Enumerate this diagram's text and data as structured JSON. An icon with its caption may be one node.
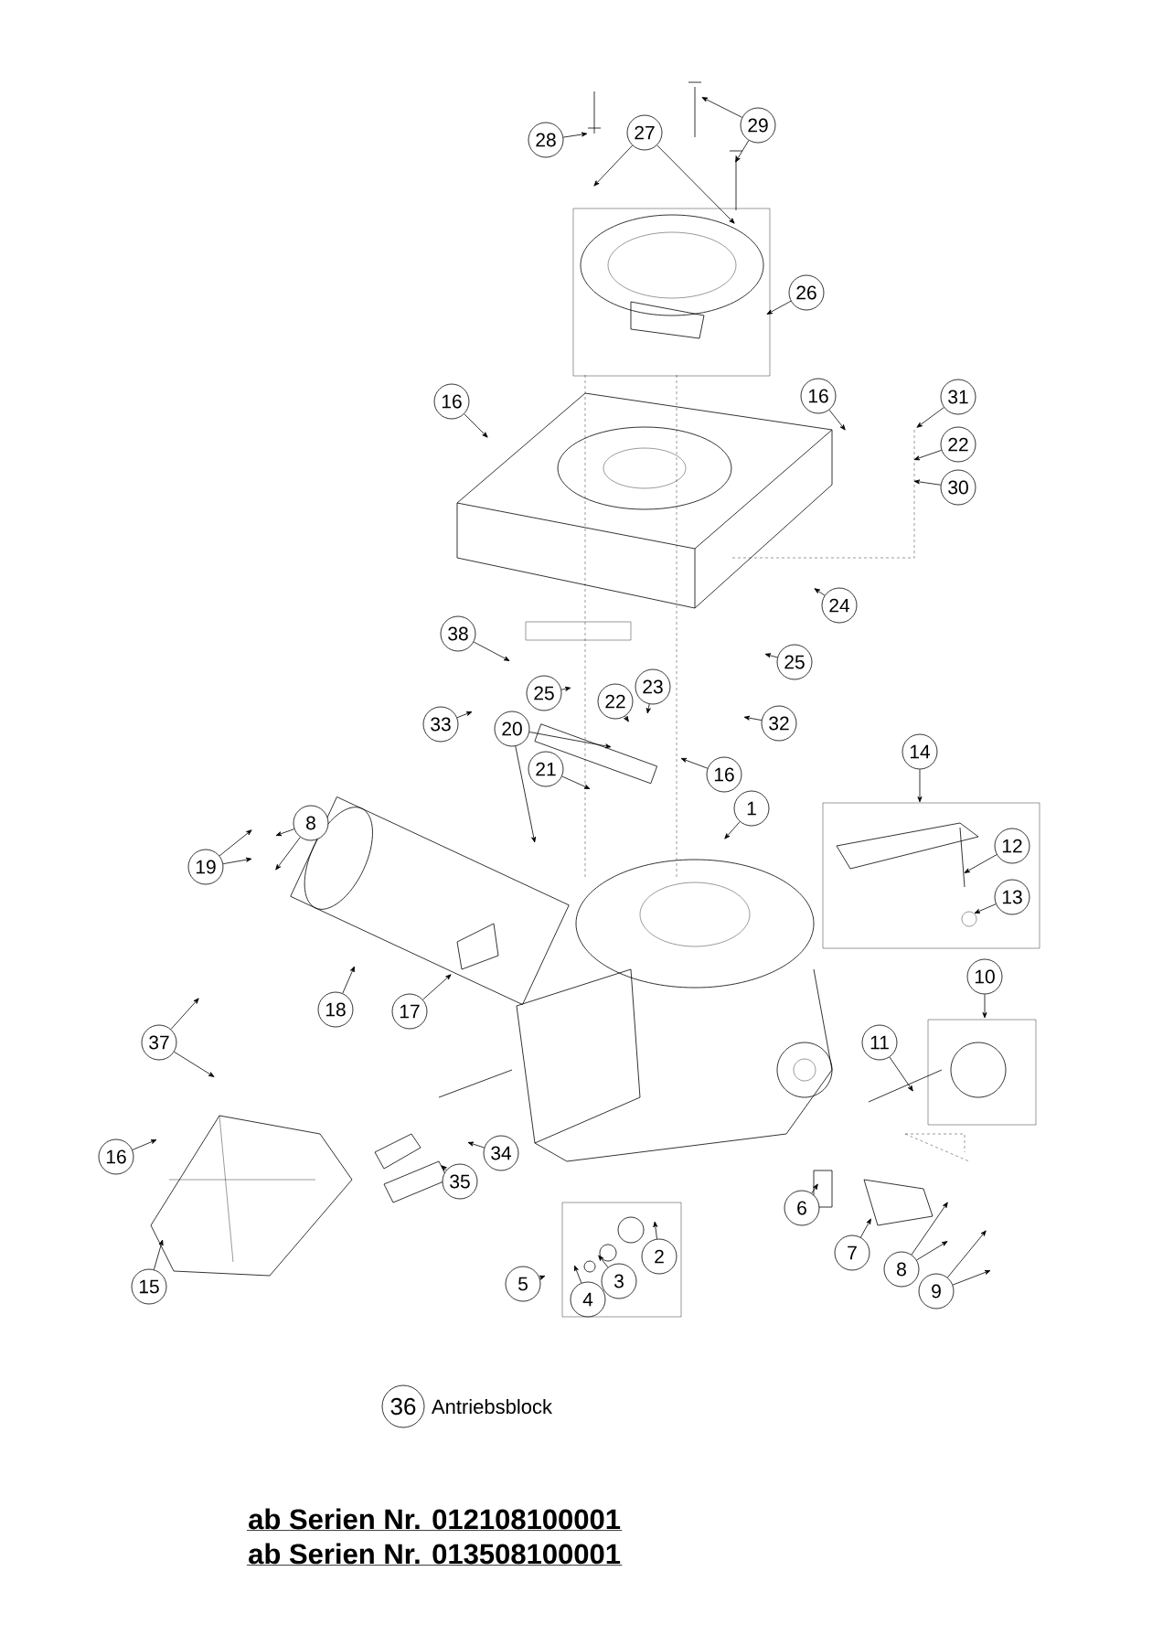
{
  "diagram": {
    "nodes": [
      {
        "text": [
          "28"
        ]
      },
      {
        "text": [
          "27"
        ]
      },
      {
        "text": [
          "29"
        ]
      },
      {
        "text": [
          "26"
        ]
      },
      {
        "text": [
          "16"
        ]
      },
      {
        "text": [
          "16"
        ]
      },
      {
        "text": [
          "31"
        ]
      },
      {
        "text": [
          "22"
        ]
      },
      {
        "text": [
          "30"
        ]
      },
      {
        "text": [
          "24"
        ]
      },
      {
        "text": [
          "38"
        ]
      },
      {
        "text": [
          "25"
        ]
      },
      {
        "text": [
          "25"
        ]
      },
      {
        "text": [
          "22"
        ]
      },
      {
        "text": [
          "23"
        ]
      },
      {
        "text": [
          "33"
        ]
      },
      {
        "text": [
          "32"
        ]
      },
      {
        "text": [
          "20"
        ]
      },
      {
        "text": [
          "21"
        ]
      },
      {
        "text": [
          "16"
        ]
      },
      {
        "text": [
          "14"
        ]
      },
      {
        "text": [
          "1"
        ]
      },
      {
        "text": [
          "8"
        ]
      },
      {
        "text": [
          "19"
        ]
      },
      {
        "text": [
          "12"
        ]
      },
      {
        "text": [
          "13"
        ]
      },
      {
        "text": [
          "10"
        ]
      },
      {
        "text": [
          "18"
        ]
      },
      {
        "text": [
          "17"
        ]
      },
      {
        "text": [
          "37"
        ]
      },
      {
        "text": [
          "11"
        ]
      },
      {
        "text": [
          "34"
        ]
      },
      {
        "text": [
          "16"
        ]
      },
      {
        "text": [
          "35"
        ]
      },
      {
        "text": [
          "6"
        ]
      },
      {
        "text": [
          "7"
        ]
      },
      {
        "text": [
          "2"
        ]
      },
      {
        "text": [
          "8"
        ]
      },
      {
        "text": [
          "3"
        ]
      },
      {
        "text": [
          "5"
        ]
      },
      {
        "text": [
          "9"
        ]
      },
      {
        "text": [
          "4"
        ]
      },
      {
        "text": [
          "15"
        ]
      },
      {
        "text": [
          "36"
        ],
        "beside": [
          "Antriebsblock"
        ]
      }
    ],
    "edges": [
      {
        "from": 0,
        "to": null,
        "arrow": "to"
      },
      {
        "from": 1,
        "to": null,
        "arrow": "to"
      },
      {
        "from": 1,
        "to": null,
        "arrow": "to"
      },
      {
        "from": 2,
        "to": null,
        "arrow": "to"
      },
      {
        "from": 2,
        "to": null,
        "arrow": "to"
      },
      {
        "from": 3,
        "to": null,
        "arrow": "to"
      },
      {
        "from": 4,
        "to": null,
        "arrow": "to"
      },
      {
        "from": 5,
        "to": null,
        "arrow": "to"
      },
      {
        "from": 6,
        "to": null,
        "arrow": "to"
      },
      {
        "from": 7,
        "to": null,
        "arrow": "to"
      },
      {
        "from": 8,
        "to": null,
        "arrow": "to"
      },
      {
        "from": 9,
        "to": null,
        "arrow": "to"
      },
      {
        "from": 10,
        "to": null,
        "arrow": "to"
      },
      {
        "from": 11,
        "to": null,
        "arrow": "to"
      },
      {
        "from": 12,
        "to": null,
        "arrow": "to"
      },
      {
        "from": 13,
        "to": null,
        "arrow": "to"
      },
      {
        "from": 14,
        "to": null,
        "arrow": "to"
      },
      {
        "from": 15,
        "to": null,
        "arrow": "to"
      },
      {
        "from": 16,
        "to": null,
        "arrow": "to"
      },
      {
        "from": 17,
        "to": null,
        "arrow": "to"
      },
      {
        "from": 17,
        "to": null,
        "arrow": "to"
      },
      {
        "from": 18,
        "to": null,
        "arrow": "to"
      },
      {
        "from": 19,
        "to": null,
        "arrow": "to"
      },
      {
        "from": 20,
        "to": null,
        "arrow": "to"
      },
      {
        "from": 21,
        "to": null,
        "arrow": "to"
      },
      {
        "from": 22,
        "to": null,
        "arrow": "to"
      },
      {
        "from": 22,
        "to": null,
        "arrow": "to"
      },
      {
        "from": 23,
        "to": null,
        "arrow": "to"
      },
      {
        "from": 23,
        "to": null,
        "arrow": "to"
      },
      {
        "from": 24,
        "to": null,
        "arrow": "to"
      },
      {
        "from": 25,
        "to": null,
        "arrow": "to"
      },
      {
        "from": 26,
        "to": null,
        "arrow": "to"
      },
      {
        "from": 27,
        "to": null,
        "arrow": "to"
      },
      {
        "from": 28,
        "to": null,
        "arrow": "to"
      },
      {
        "from": 29,
        "to": null,
        "arrow": "to"
      },
      {
        "from": 29,
        "to": null,
        "arrow": "to"
      },
      {
        "from": 30,
        "to": null,
        "arrow": "to"
      },
      {
        "from": 31,
        "to": null,
        "arrow": "to"
      },
      {
        "from": 32,
        "to": null,
        "arrow": "to"
      },
      {
        "from": 33,
        "to": null,
        "arrow": "to"
      },
      {
        "from": 34,
        "to": null,
        "arrow": "to"
      },
      {
        "from": 35,
        "to": null,
        "arrow": "to"
      },
      {
        "from": 36,
        "to": null,
        "arrow": "to"
      },
      {
        "from": 37,
        "to": null,
        "arrow": "to"
      },
      {
        "from": 37,
        "to": null,
        "arrow": "to"
      },
      {
        "from": 38,
        "to": null,
        "arrow": "to"
      },
      {
        "from": 39,
        "to": null,
        "arrow": "to"
      },
      {
        "from": 40,
        "to": null,
        "arrow": "to"
      },
      {
        "from": 40,
        "to": null,
        "arrow": "to"
      },
      {
        "from": 41,
        "to": null,
        "arrow": "to"
      },
      {
        "from": 42,
        "to": null,
        "arrow": "to"
      }
    ],
    "labels": [
      "ab Serien Nr. 012108100001",
      "ab Serien Nr. 013508100001"
    ]
  }
}
